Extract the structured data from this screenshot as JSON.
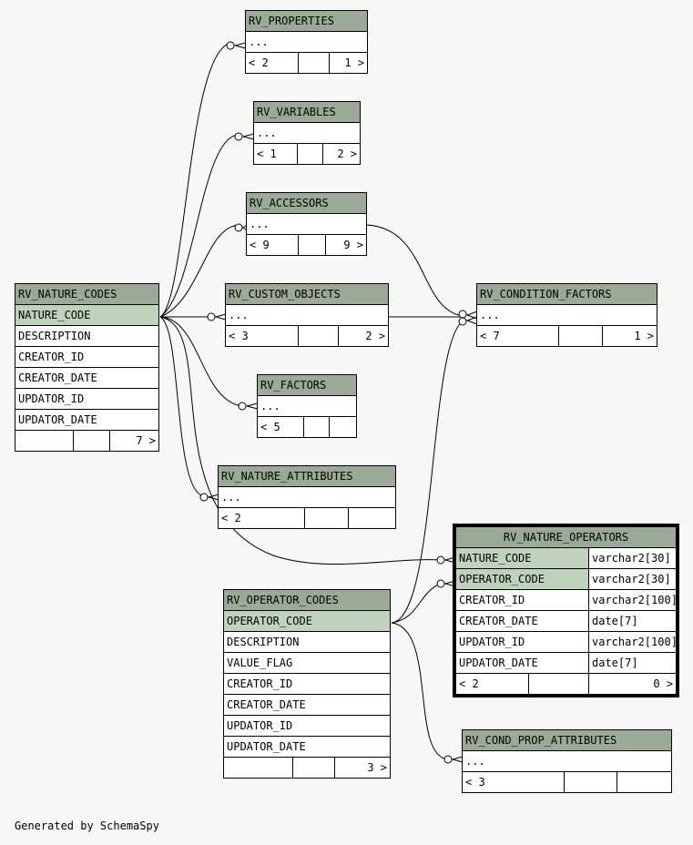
{
  "tables": {
    "rv_properties": {
      "name": "RV_PROPERTIES",
      "rows": [
        "..."
      ],
      "nav": [
        "< 2",
        "",
        "1 >"
      ]
    },
    "rv_variables": {
      "name": "RV_VARIABLES",
      "rows": [
        "..."
      ],
      "nav": [
        "< 1",
        "",
        "2 >"
      ]
    },
    "rv_accessors": {
      "name": "RV_ACCESSORS",
      "rows": [
        "..."
      ],
      "nav": [
        "< 9",
        "",
        "9 >"
      ]
    },
    "rv_custom_objects": {
      "name": "RV_CUSTOM_OBJECTS",
      "rows": [
        "..."
      ],
      "nav": [
        "< 3",
        "",
        "2 >"
      ]
    },
    "rv_condition_factors": {
      "name": "RV_CONDITION_FACTORS",
      "rows": [
        "..."
      ],
      "nav": [
        "< 7",
        "",
        "1 >"
      ]
    },
    "rv_factors": {
      "name": "RV_FACTORS",
      "rows": [
        "..."
      ],
      "nav": [
        "< 5",
        "",
        ""
      ]
    },
    "rv_nature_attributes": {
      "name": "RV_NATURE_ATTRIBUTES",
      "rows": [
        "..."
      ],
      "nav": [
        "< 2",
        "",
        ""
      ]
    },
    "rv_nature_codes": {
      "name": "RV_NATURE_CODES",
      "rows": [
        "NATURE_CODE",
        "DESCRIPTION",
        "CREATOR_ID",
        "CREATOR_DATE",
        "UPDATOR_ID",
        "UPDATOR_DATE"
      ],
      "nav": [
        "",
        "",
        "7 >"
      ]
    },
    "rv_nature_operators": {
      "name": "RV_NATURE_OPERATORS",
      "rows": [
        {
          "col": "NATURE_CODE",
          "type": "varchar2[30]"
        },
        {
          "col": "OPERATOR_CODE",
          "type": "varchar2[30]"
        },
        {
          "col": "CREATOR_ID",
          "type": "varchar2[100]"
        },
        {
          "col": "CREATOR_DATE",
          "type": "date[7]"
        },
        {
          "col": "UPDATOR_ID",
          "type": "varchar2[100]"
        },
        {
          "col": "UPDATOR_DATE",
          "type": "date[7]"
        }
      ],
      "nav": [
        "< 2",
        "",
        "0 >"
      ]
    },
    "rv_operator_codes": {
      "name": "RV_OPERATOR_CODES",
      "rows": [
        "OPERATOR_CODE",
        "DESCRIPTION",
        "VALUE_FLAG",
        "CREATOR_ID",
        "CREATOR_DATE",
        "UPDATOR_ID",
        "UPDATOR_DATE"
      ],
      "nav": [
        "",
        "",
        "3 >"
      ]
    },
    "rv_cond_prop_attributes": {
      "name": "RV_COND_PROP_ATTRIBUTES",
      "rows": [
        "..."
      ],
      "nav": [
        "< 3",
        "",
        ""
      ]
    }
  },
  "colors": {
    "header": "#9aaa96",
    "key_column": "#bfd2bb",
    "background": "#f7f7f7"
  },
  "footer": "Generated by SchemaSpy"
}
